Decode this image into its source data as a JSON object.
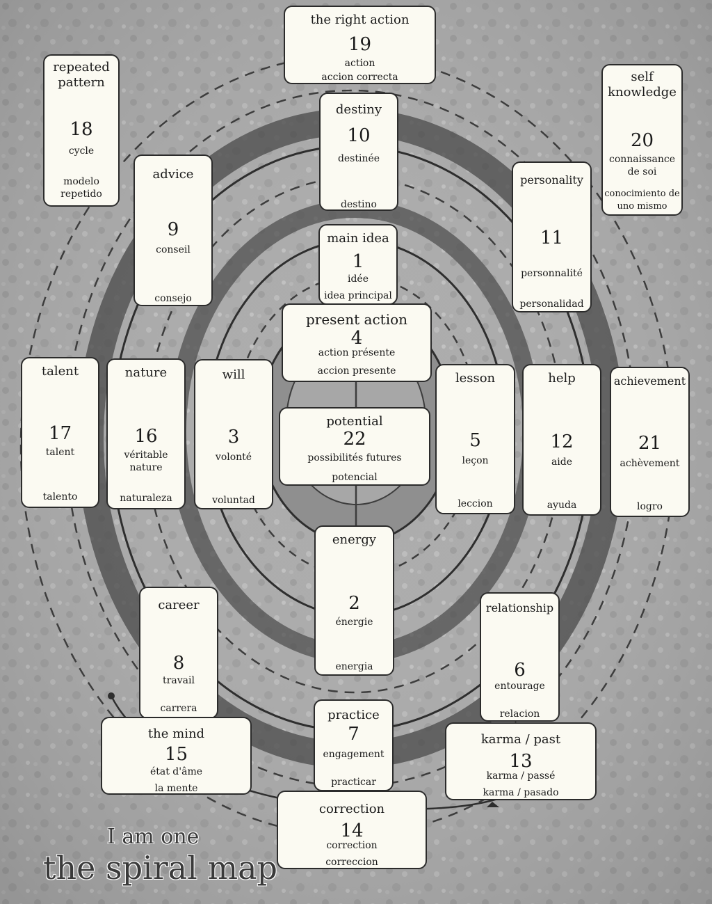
{
  "map": {
    "subtitle": "I am one",
    "title": "the spiral map",
    "palette": {
      "paper": "#fbfaf2",
      "ink": "#1a1a1a",
      "background": "#a9a9a9",
      "ring": "#3d3d3d"
    }
  },
  "cards": {
    "c19": {
      "title": "the right action",
      "number": "19",
      "fr": "action",
      "es": "accion correcta"
    },
    "c18": {
      "title": "repeated pattern",
      "number": "18",
      "fr": "cycle",
      "es": "modelo repetido"
    },
    "c10": {
      "title": "destiny",
      "number": "10",
      "fr": "destinée",
      "es": "destino"
    },
    "c20": {
      "title": "self knowledge",
      "number": "20",
      "fr": "connaissance de soi",
      "es": "conocimiento de uno mismo"
    },
    "c9": {
      "title": "advice",
      "number": "9",
      "fr": "conseil",
      "es": "consejo"
    },
    "c11": {
      "title": "personality",
      "number": "11",
      "fr": "personnalité",
      "es": "personalidad"
    },
    "c1": {
      "title": "main idea",
      "number": "1",
      "fr": "idée",
      "es": "idea principal"
    },
    "c4": {
      "title": "present action",
      "number": "4",
      "fr": "action présente",
      "es": "accion presente"
    },
    "c17": {
      "title": "talent",
      "number": "17",
      "fr": "talent",
      "es": "talento"
    },
    "c16": {
      "title": "nature",
      "number": "16",
      "fr": "véritable nature",
      "es": "naturaleza"
    },
    "c3": {
      "title": "will",
      "number": "3",
      "fr": "volonté",
      "es": "voluntad"
    },
    "c22": {
      "title": "potential",
      "number": "22",
      "fr": "possibilités futures",
      "es": "potencial"
    },
    "c5": {
      "title": "lesson",
      "number": "5",
      "fr": "leçon",
      "es": "leccion"
    },
    "c12": {
      "title": "help",
      "number": "12",
      "fr": "aide",
      "es": "ayuda"
    },
    "c21": {
      "title": "achievement",
      "number": "21",
      "fr": "achèvement",
      "es": "logro"
    },
    "c2": {
      "title": "energy",
      "number": "2",
      "fr": "énergie",
      "es": "energia"
    },
    "c8": {
      "title": "career",
      "number": "8",
      "fr": "travail",
      "es": "carrera"
    },
    "c6": {
      "title": "relationship",
      "number": "6",
      "fr": "entourage",
      "es": "relacion"
    },
    "c7": {
      "title": "practice",
      "number": "7",
      "fr": "engagement",
      "es": "practicar"
    },
    "c15": {
      "title": "the mind",
      "number": "15",
      "fr": "état d'âme",
      "es": "la mente"
    },
    "c13": {
      "title": "karma / past",
      "number": "13",
      "fr": "karma / passé",
      "es": "karma / pasado"
    },
    "c14": {
      "title": "correction",
      "number": "14",
      "fr": "correction",
      "es": "correccion"
    }
  }
}
